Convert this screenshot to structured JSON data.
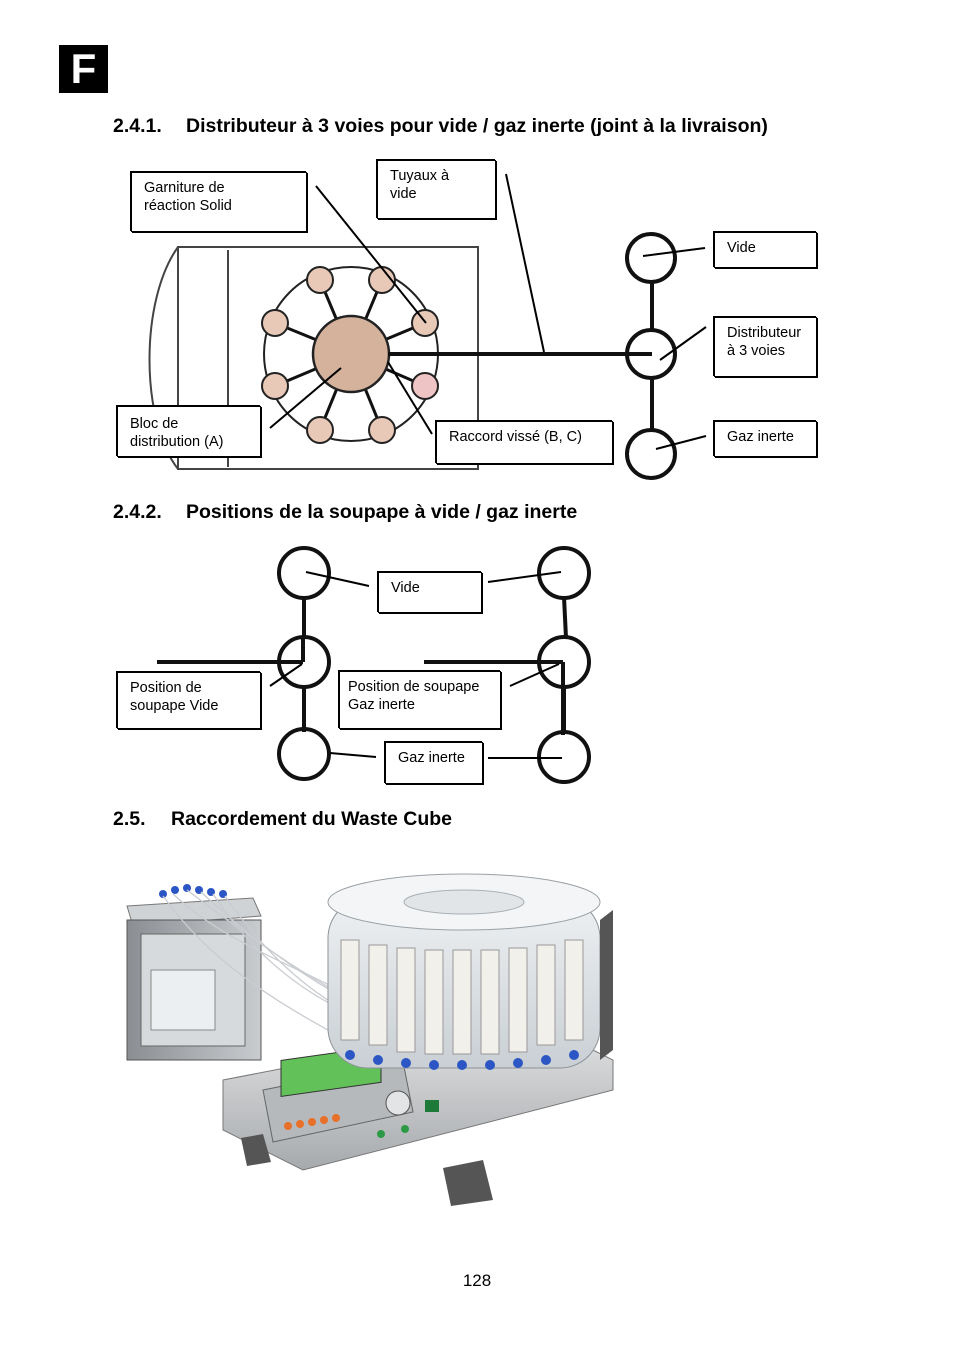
{
  "badge": "F",
  "sections": {
    "s241": {
      "number": "2.4.1.",
      "title": "Distributeur à 3 voies pour vide / gaz inerte (joint à la livraison)"
    },
    "s242": {
      "number": "2.4.2.",
      "title": "Positions de la soupape à vide / gaz inerte"
    },
    "s25": {
      "number": "2.5.",
      "title": "Raccordement du Waste Cube"
    }
  },
  "diagram1": {
    "garniture": [
      "Garniture de",
      "réaction Solid"
    ],
    "tuyaux": [
      "Tuyaux à",
      "vide"
    ],
    "vide": "Vide",
    "distributeur": [
      "Distributeur",
      "à 3 voies"
    ],
    "gaz": "Gaz inerte",
    "bloc": [
      "Bloc de",
      "distribution (A)"
    ],
    "raccord": "Raccord vissé (B, C)"
  },
  "diagram2": {
    "vide": "Vide",
    "pos_vide": [
      "Position de",
      "soupape Vide"
    ],
    "pos_gaz": [
      "Position de soupape",
      "Gaz inerte"
    ],
    "gaz": "Gaz inerte"
  },
  "page_number": "128"
}
